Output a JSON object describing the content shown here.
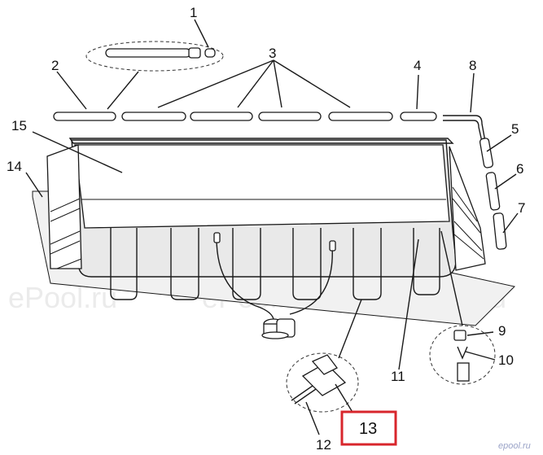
{
  "parts": {
    "p1": "1",
    "p2": "2",
    "p3": "3",
    "p4": "4",
    "p5": "5",
    "p6": "6",
    "p7": "7",
    "p8": "8",
    "p9": "9",
    "p10": "10",
    "p11": "11",
    "p12": "12",
    "p13": "13",
    "p14": "14",
    "p15": "15"
  },
  "highlighted_part": "13",
  "highlight_color": "#d8262c",
  "watermark": {
    "text": "ePool.ru",
    "brand": "epool.ru"
  }
}
